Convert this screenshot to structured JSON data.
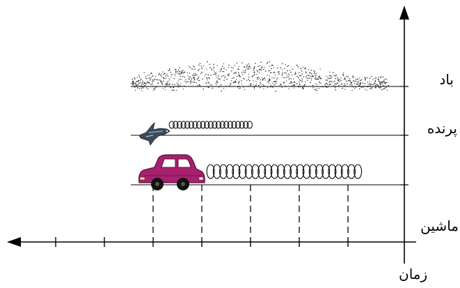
{
  "labels": {
    "wind": "باد",
    "bird": "پرنده",
    "car": "ماشین",
    "time": "زمان"
  },
  "colors": {
    "car_body": "#a8216e",
    "car_wheels": "#111111",
    "bird": "#3b4a5c",
    "lines": "#000000"
  },
  "icons": {
    "bird": "swallow-icon",
    "car": "car-icon",
    "wind": "wind-dots"
  }
}
